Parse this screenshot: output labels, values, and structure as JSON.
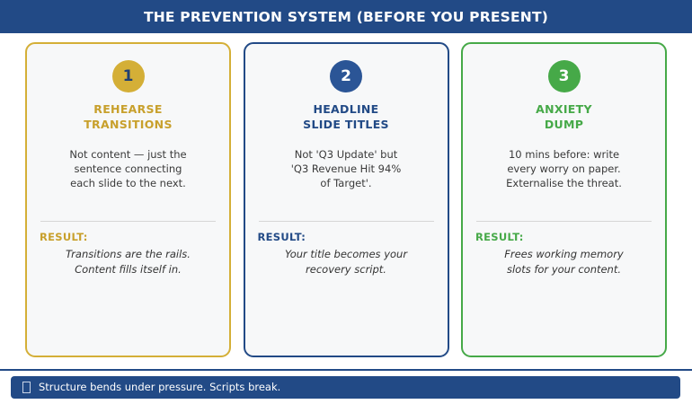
{
  "header": {
    "title": "THE PREVENTION SYSTEM (BEFORE YOU PRESENT)",
    "bg_color": "#224a86",
    "text_color": "#ffffff"
  },
  "cards": [
    {
      "number": "1",
      "title": "REHEARSE\nTRANSITIONS",
      "body": "Not content — just the\nsentence connecting\neach slide to the next.",
      "result_label": "RESULT:",
      "result_text": "Transitions are the rails.\nContent fills itself in.",
      "accent_color": "#d4af37",
      "badge_text_color": "#1f3f73"
    },
    {
      "number": "2",
      "title": "HEADLINE\nSLIDE TITLES",
      "body": "Not 'Q3 Update' but\n'Q3 Revenue Hit 94%\nof Target'.",
      "result_label": "RESULT:",
      "result_text": "Your title becomes your\nrecovery script.",
      "accent_color": "#224a86",
      "badge_text_color": "#ffffff"
    },
    {
      "number": "3",
      "title": "ANXIETY\nDUMP",
      "body": "10 mins before: write\nevery worry on paper.\nExternalise the threat.",
      "result_label": "RESULT:",
      "result_text": "Frees working memory\nslots for your content.",
      "accent_color": "#46a948",
      "badge_text_color": "#ffffff"
    }
  ],
  "footer": {
    "icon": "missing-glyph-box",
    "text": "Structure bends under pressure. Scripts break.",
    "bg_color": "#224a86",
    "text_color": "#ffffff"
  }
}
